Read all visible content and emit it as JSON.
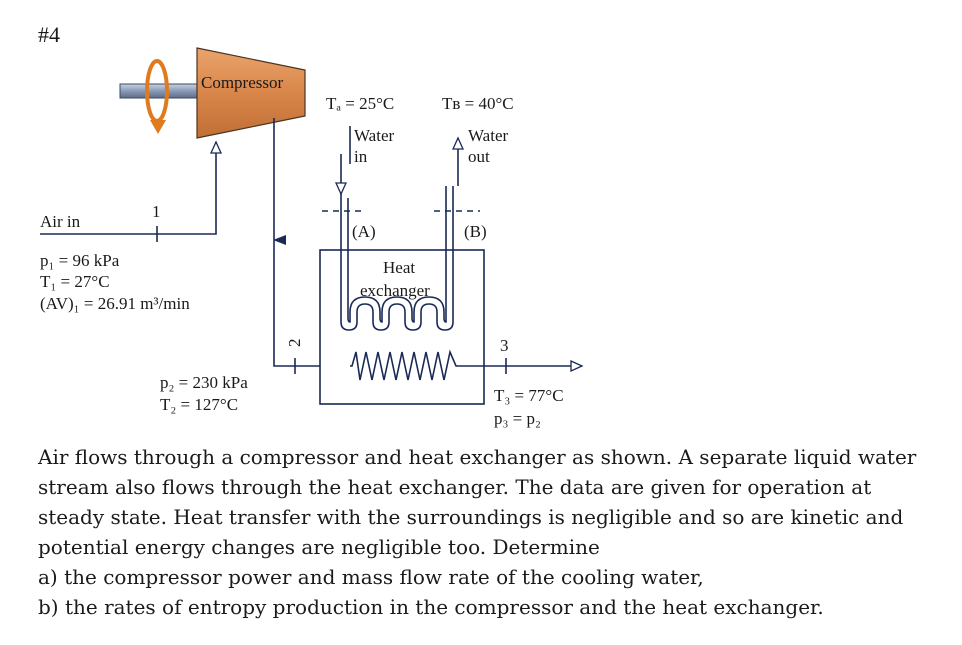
{
  "header": {
    "problem_number": "#4"
  },
  "diagram": {
    "compressor_label": "Compressor",
    "air_in_label": "Air in",
    "state1": {
      "number": "1",
      "p": "p₁ = 96 kPa",
      "T": "T₁ = 27°C",
      "AV": "(AV)₁ = 26.91 m³/min"
    },
    "state2": {
      "number": "2",
      "p": "p₂ = 230 kPa",
      "T": "T₂ = 127°C"
    },
    "state3": {
      "number": "3",
      "T": "T₃ = 77°C",
      "p": "p₃ = p₂"
    },
    "water_A": {
      "temp": "Tₐ = 25°C",
      "label_line1": "Water",
      "label_line2": "in",
      "point": "(A)"
    },
    "water_B": {
      "temp": "Tʙ = 40°C",
      "label_line1": "Water",
      "label_line2": "out",
      "point": "(B)"
    },
    "heat_exchanger_line1": "Heat",
    "heat_exchanger_line2": "exchanger",
    "colors": {
      "compressor": "#d9864a",
      "shaft": "#8a9ab5",
      "rotation_arrow": "#e07a1f",
      "lines": "#1a2a55"
    }
  },
  "problem": {
    "paragraph": "Air flows through a compressor and heat exchanger as shown. A separate liquid water stream also flows through the heat exchanger. The data are given for operation at steady state. Heat transfer with the surroundings is negligible and so are kinetic and potential energy changes are negligible too. Determine",
    "part_a": "a) the compressor power and mass flow rate of the cooling water,",
    "part_b": "b) the rates of entropy production in the compressor and the heat exchanger."
  }
}
